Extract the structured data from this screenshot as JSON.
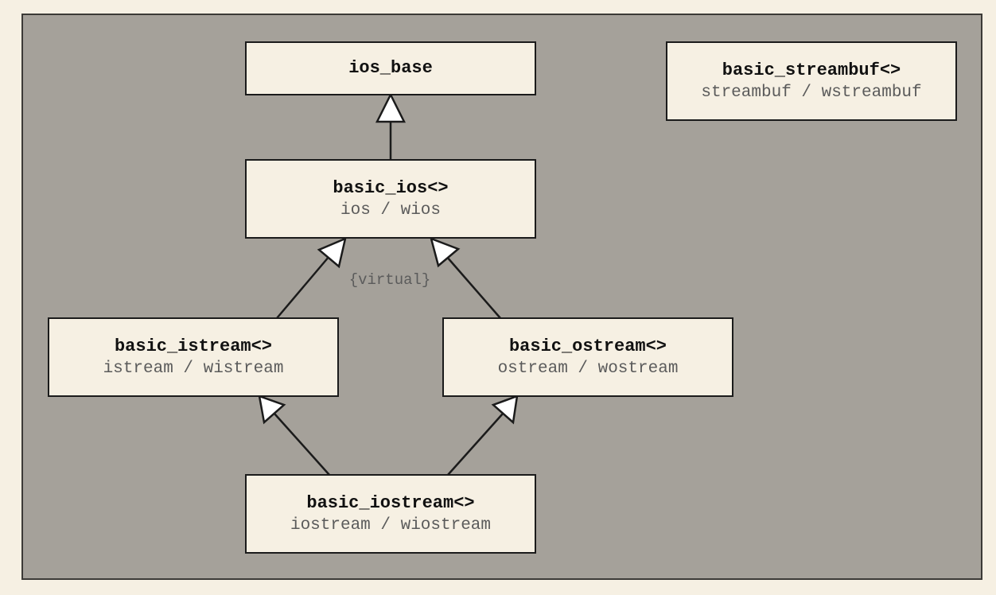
{
  "diagram": {
    "nodes": [
      {
        "id": "ios_base",
        "name": "ios_base",
        "alias": ""
      },
      {
        "id": "basic_ios",
        "name": "basic_ios<>",
        "alias": "ios / wios"
      },
      {
        "id": "basic_istream",
        "name": "basic_istream<>",
        "alias": "istream / wistream"
      },
      {
        "id": "basic_ostream",
        "name": "basic_ostream<>",
        "alias": "ostream / wostream"
      },
      {
        "id": "basic_iostream",
        "name": "basic_iostream<>",
        "alias": "iostream / wiostream"
      },
      {
        "id": "basic_streambuf",
        "name": "basic_streambuf<>",
        "alias": "streambuf / wstreambuf"
      }
    ],
    "edges": [
      {
        "from": "basic_ios",
        "to": "ios_base",
        "kind": "inheritance"
      },
      {
        "from": "basic_istream",
        "to": "basic_ios",
        "kind": "virtual inheritance"
      },
      {
        "from": "basic_ostream",
        "to": "basic_ios",
        "kind": "virtual inheritance"
      },
      {
        "from": "basic_iostream",
        "to": "basic_istream",
        "kind": "inheritance"
      },
      {
        "from": "basic_iostream",
        "to": "basic_ostream",
        "kind": "inheritance"
      }
    ],
    "virtual_label": "{virtual}",
    "colors": {
      "page_background": "#f6f0e3",
      "panel_background": "#a5a19a",
      "box_fill": "#f6f0e3",
      "box_border": "#1b1b1b",
      "alias_text": "#5b5b5b"
    }
  }
}
